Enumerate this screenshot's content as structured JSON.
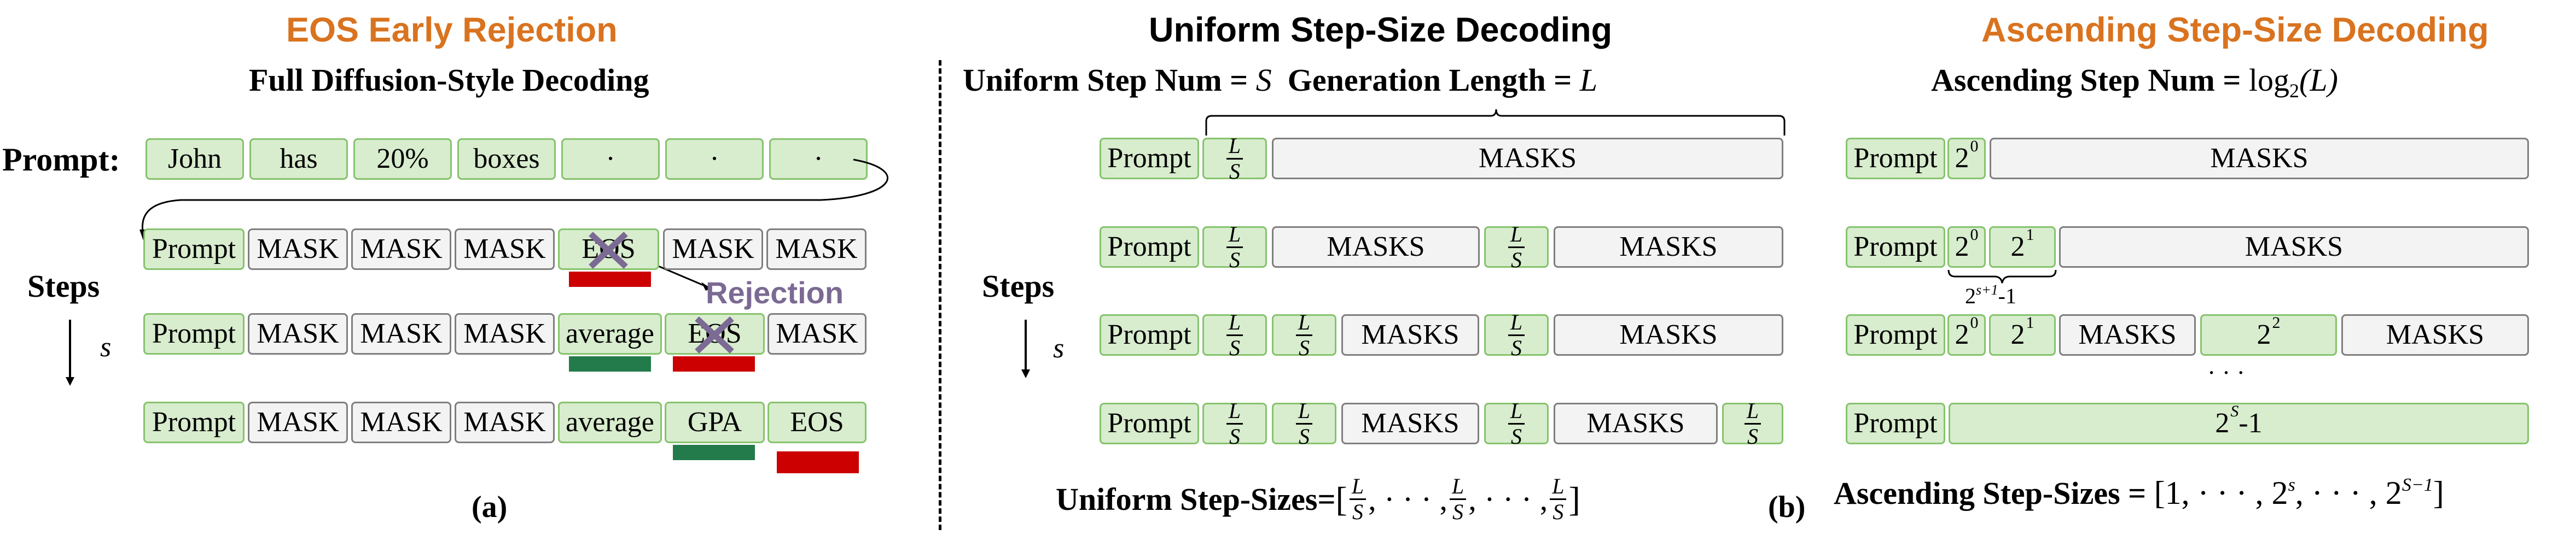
{
  "colors": {
    "orange": "#d9731f",
    "purple": "#7b6a93",
    "cell_green_fill": "#d8ecce",
    "cell_green_border": "#86c36d",
    "cell_gray_fill": "#f3f3f3",
    "cell_gray_border": "#7f7f7f",
    "bar_red": "#cc0000",
    "bar_dark_green": "#237a4a"
  },
  "panel_a": {
    "title": "EOS Early Rejection",
    "subtitle": "Full Diffusion-Style Decoding",
    "prompt_label": "Prompt:",
    "prompt_tokens": [
      "John",
      "has",
      "20%",
      "boxes",
      "·",
      "·",
      "·"
    ],
    "steps_label": "Steps",
    "steps_var": "s",
    "rows": [
      [
        "Prompt",
        "MASK",
        "MASK",
        "MASK",
        "EOS",
        "MASK",
        "MASK"
      ],
      [
        "Prompt",
        "MASK",
        "MASK",
        "MASK",
        "average",
        "EOS",
        "MASK"
      ],
      [
        "Prompt",
        "MASK",
        "MASK",
        "MASK",
        "average",
        "GPA",
        "EOS"
      ]
    ],
    "rejection_label": "Rejection",
    "caption": "(a)"
  },
  "panel_b": {
    "title": "Uniform Step-Size Decoding",
    "header_step_num": "Uniform Step Num = ",
    "header_step_var": "S",
    "header_gen_len": "Generation Length = ",
    "header_gen_var": "L",
    "prompt": "Prompt",
    "frac_num": "L",
    "frac_den": "S",
    "masks": "MASKS",
    "steps_label": "Steps",
    "steps_var": "s",
    "footer_label": "Uniform Step-Sizes= ",
    "footer_math": "[",
    "footer_sep": ", · · · ,",
    "footer_close": "]",
    "caption": "(b)"
  },
  "panel_c": {
    "title": "Ascending Step-Size Decoding",
    "header": "Ascending Step Num = ",
    "header_math": "log",
    "header_sub": "2",
    "header_arg": "(L)",
    "prompt": "Prompt",
    "masks": "MASKS",
    "pow0": "2",
    "pow0_exp": "0",
    "pow1": "2",
    "pow1_exp": "1",
    "pow2": "2",
    "pow2_exp": "2",
    "brace_label": "2",
    "brace_exp": "s+1",
    "brace_tail": "-1",
    "last_base": "2",
    "last_exp": "S",
    "last_tail": "-1",
    "ellipsis": "· · ·",
    "footer_label": "Ascending Step-Sizes = ",
    "footer_math": "[1, · · · , 2",
    "footer_exp1": "s",
    "footer_mid": ", · · · , 2",
    "footer_exp2": "S−1",
    "footer_close": "]"
  }
}
